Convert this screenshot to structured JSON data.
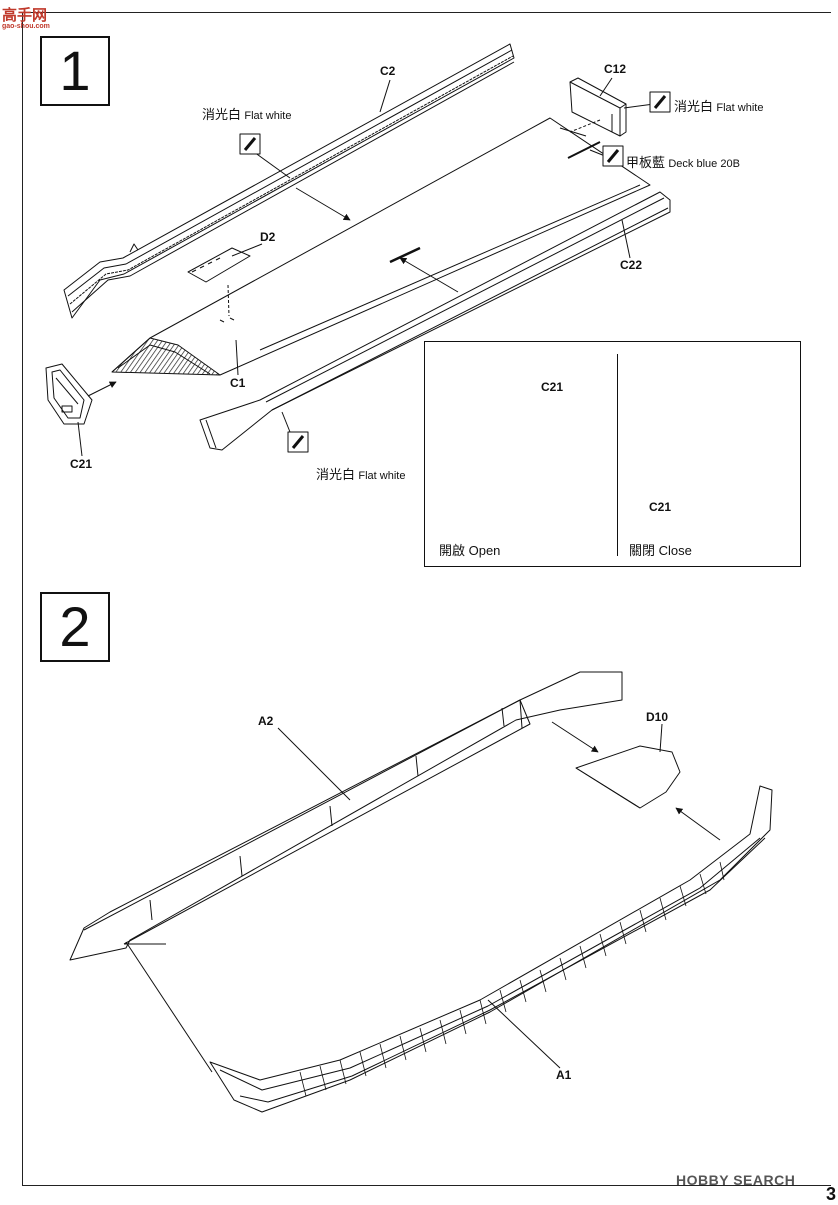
{
  "watermark_top": {
    "brand": "高手网",
    "domain": "gao-shou.com"
  },
  "watermark_bottom": "HOBBY SEARCH",
  "page_number": "3",
  "steps": [
    {
      "number": "1"
    },
    {
      "number": "2"
    }
  ],
  "step1": {
    "parts": {
      "c2": "C2",
      "c12": "C12",
      "d2": "D2",
      "c1": "C1",
      "c22": "C22",
      "c21": "C21"
    },
    "paints": {
      "flat_white_cn": "消光白",
      "flat_white_en": "Flat white",
      "deck_blue_cn": "甲板藍",
      "deck_blue_en": "Deck blue 20B"
    },
    "inset": {
      "part_top": "C21",
      "part_bottom": "C21",
      "open_label": "開啟 Open",
      "close_label": "關閉 Close"
    }
  },
  "step2": {
    "parts": {
      "a2": "A2",
      "d10": "D10",
      "a1": "A1"
    }
  },
  "colors": {
    "ink": "#111111",
    "watermark_red": "#c0392b"
  }
}
